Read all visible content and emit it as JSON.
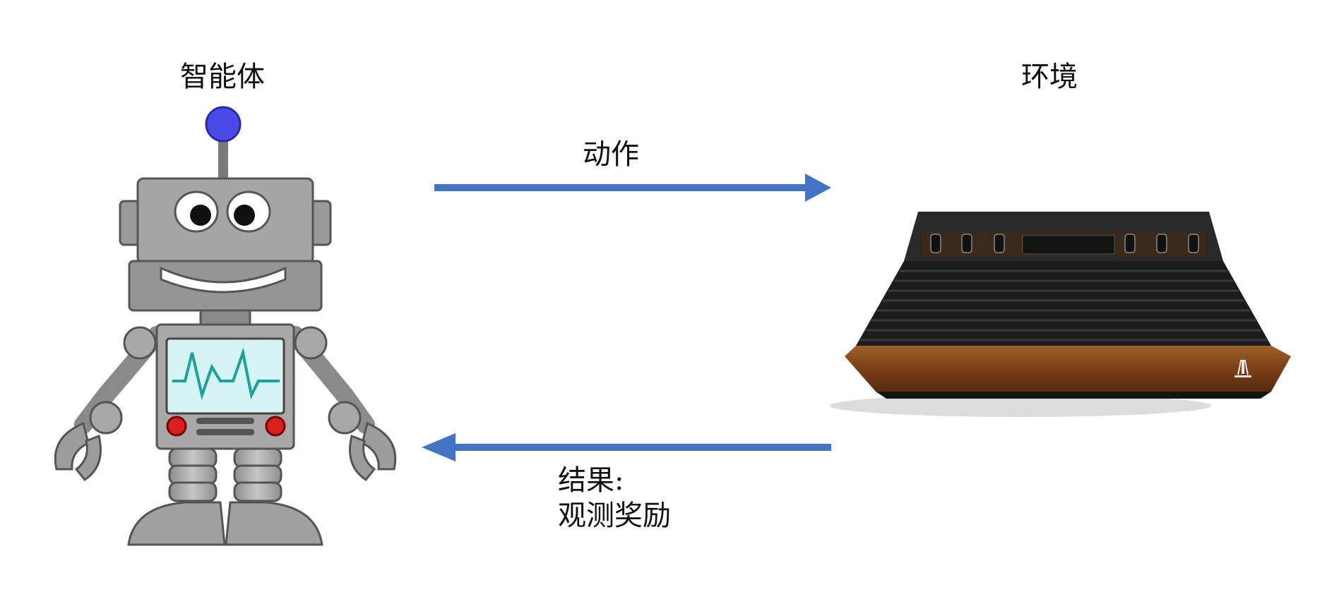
{
  "labels": {
    "agent": "智能体",
    "environment": "环境",
    "action": "动作",
    "result_line1": "结果:",
    "result_line2": "观测奖励"
  },
  "colors": {
    "arrow": "#4472C4",
    "robot_gray": "#a0a0a0",
    "robot_dark": "#6b6b6b",
    "antenna_ball": "#4a4ae8",
    "screen": "#d6f3f3",
    "heartbeat": "#1aa39a",
    "button_red": "#d82020",
    "console_black": "#1c1c1c",
    "console_wood": "#8a4a1e"
  },
  "icons": {
    "agent": "robot-icon",
    "environment": "game-console-icon"
  }
}
